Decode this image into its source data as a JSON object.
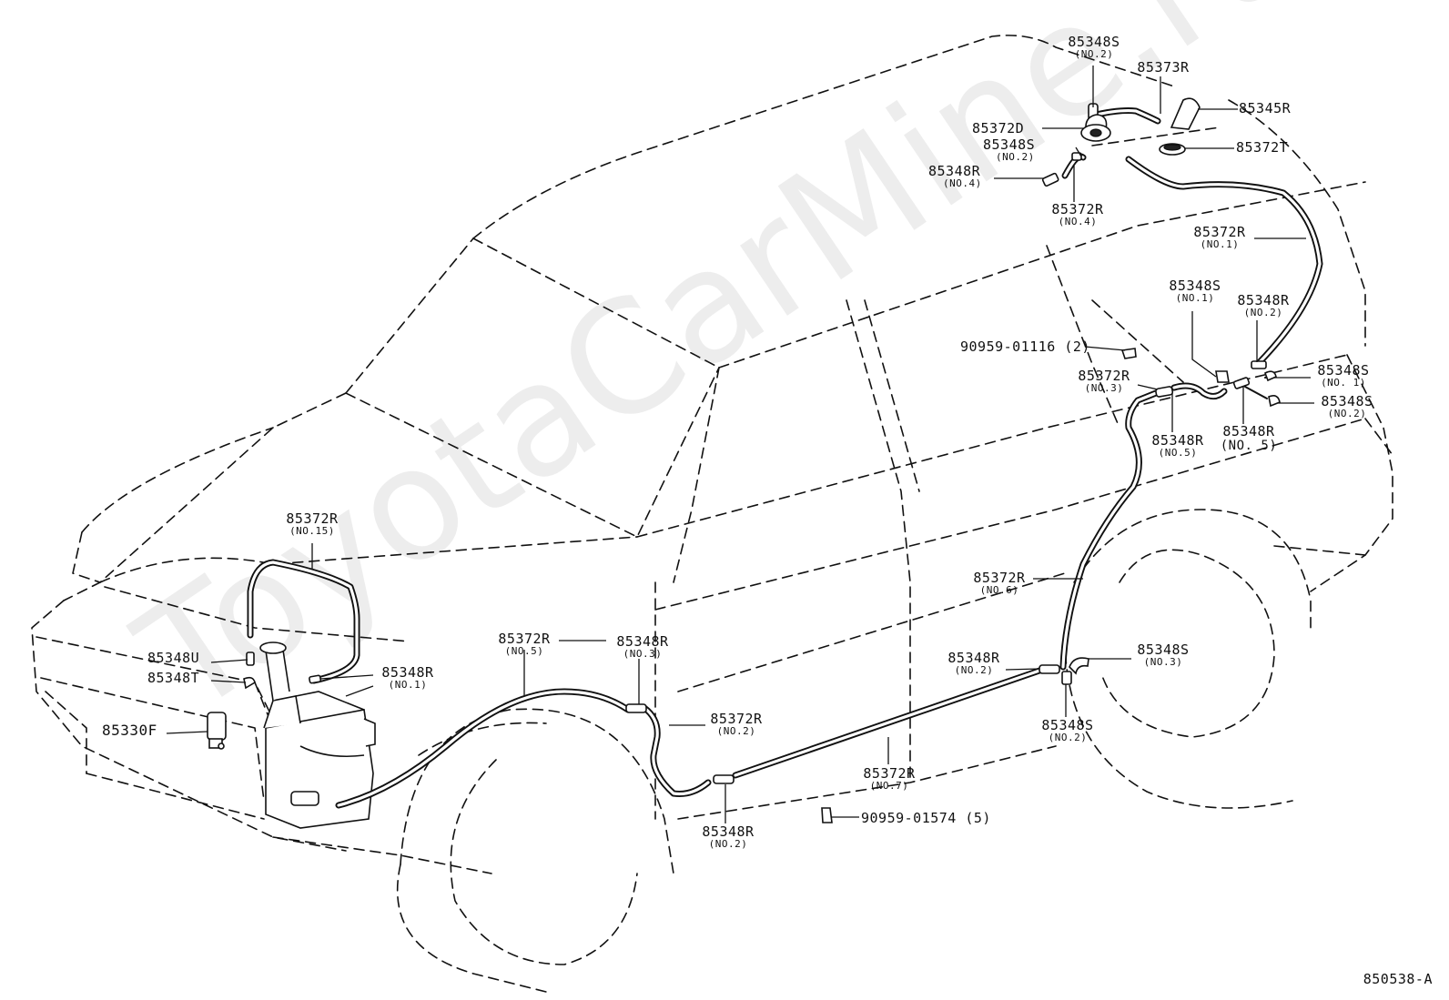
{
  "watermark": "ToyotaCarMine.ru",
  "figure_code": "850538-A",
  "callouts": [
    {
      "id": "c1",
      "part": "85348S",
      "sub": "(NO.2)"
    },
    {
      "id": "c2",
      "part": "85373R",
      "sub": ""
    },
    {
      "id": "c3",
      "part": "85345R",
      "sub": ""
    },
    {
      "id": "c4",
      "part": "85372D",
      "sub": ""
    },
    {
      "id": "c5",
      "part": "85348S",
      "sub": "(NO.2)"
    },
    {
      "id": "c6",
      "part": "85372T",
      "sub": ""
    },
    {
      "id": "c7",
      "part": "85348R",
      "sub": "(NO.4)"
    },
    {
      "id": "c8",
      "part": "85372R",
      "sub": "(NO.4)"
    },
    {
      "id": "c9",
      "part": "85372R",
      "sub": "(NO.1)"
    },
    {
      "id": "c10",
      "part": "85348S",
      "sub": "(NO.1)"
    },
    {
      "id": "c11",
      "part": "85348R",
      "sub": "(NO.2)"
    },
    {
      "id": "c12",
      "part": "90959-01116 (2)",
      "sub": ""
    },
    {
      "id": "c13",
      "part": "85372R",
      "sub": "(NO.3)"
    },
    {
      "id": "c14",
      "part": "85348S",
      "sub": "(NO. 1)"
    },
    {
      "id": "c15",
      "part": "85348S",
      "sub": "(NO.2)"
    },
    {
      "id": "c16",
      "part": "85348R",
      "sub": "(NO.5)"
    },
    {
      "id": "c17",
      "part": "85348R",
      "sub": "(NO. 5)"
    },
    {
      "id": "c18",
      "part": "85372R",
      "sub": "(NO.15)"
    },
    {
      "id": "c19",
      "part": "85372R",
      "sub": "(NO.6)"
    },
    {
      "id": "c20",
      "part": "85372R",
      "sub": "(NO.5)"
    },
    {
      "id": "c21",
      "part": "85348R",
      "sub": "(NO.3)"
    },
    {
      "id": "c22",
      "part": "85348U",
      "sub": ""
    },
    {
      "id": "c23",
      "part": "85348T",
      "sub": ""
    },
    {
      "id": "c24",
      "part": "85348R",
      "sub": "(NO.1)"
    },
    {
      "id": "c25",
      "part": "85348R",
      "sub": "(NO.2)"
    },
    {
      "id": "c26",
      "part": "85348S",
      "sub": "(NO.3)"
    },
    {
      "id": "c27",
      "part": "85330F",
      "sub": ""
    },
    {
      "id": "c28",
      "part": "85372R",
      "sub": "(NO.2)"
    },
    {
      "id": "c29",
      "part": "85348S",
      "sub": "(NO.2)"
    },
    {
      "id": "c30",
      "part": "85372R",
      "sub": "(NO.7)"
    },
    {
      "id": "c31",
      "part": "90959-01574 (5)",
      "sub": ""
    },
    {
      "id": "c32",
      "part": "85348R",
      "sub": "(NO.2)"
    }
  ]
}
